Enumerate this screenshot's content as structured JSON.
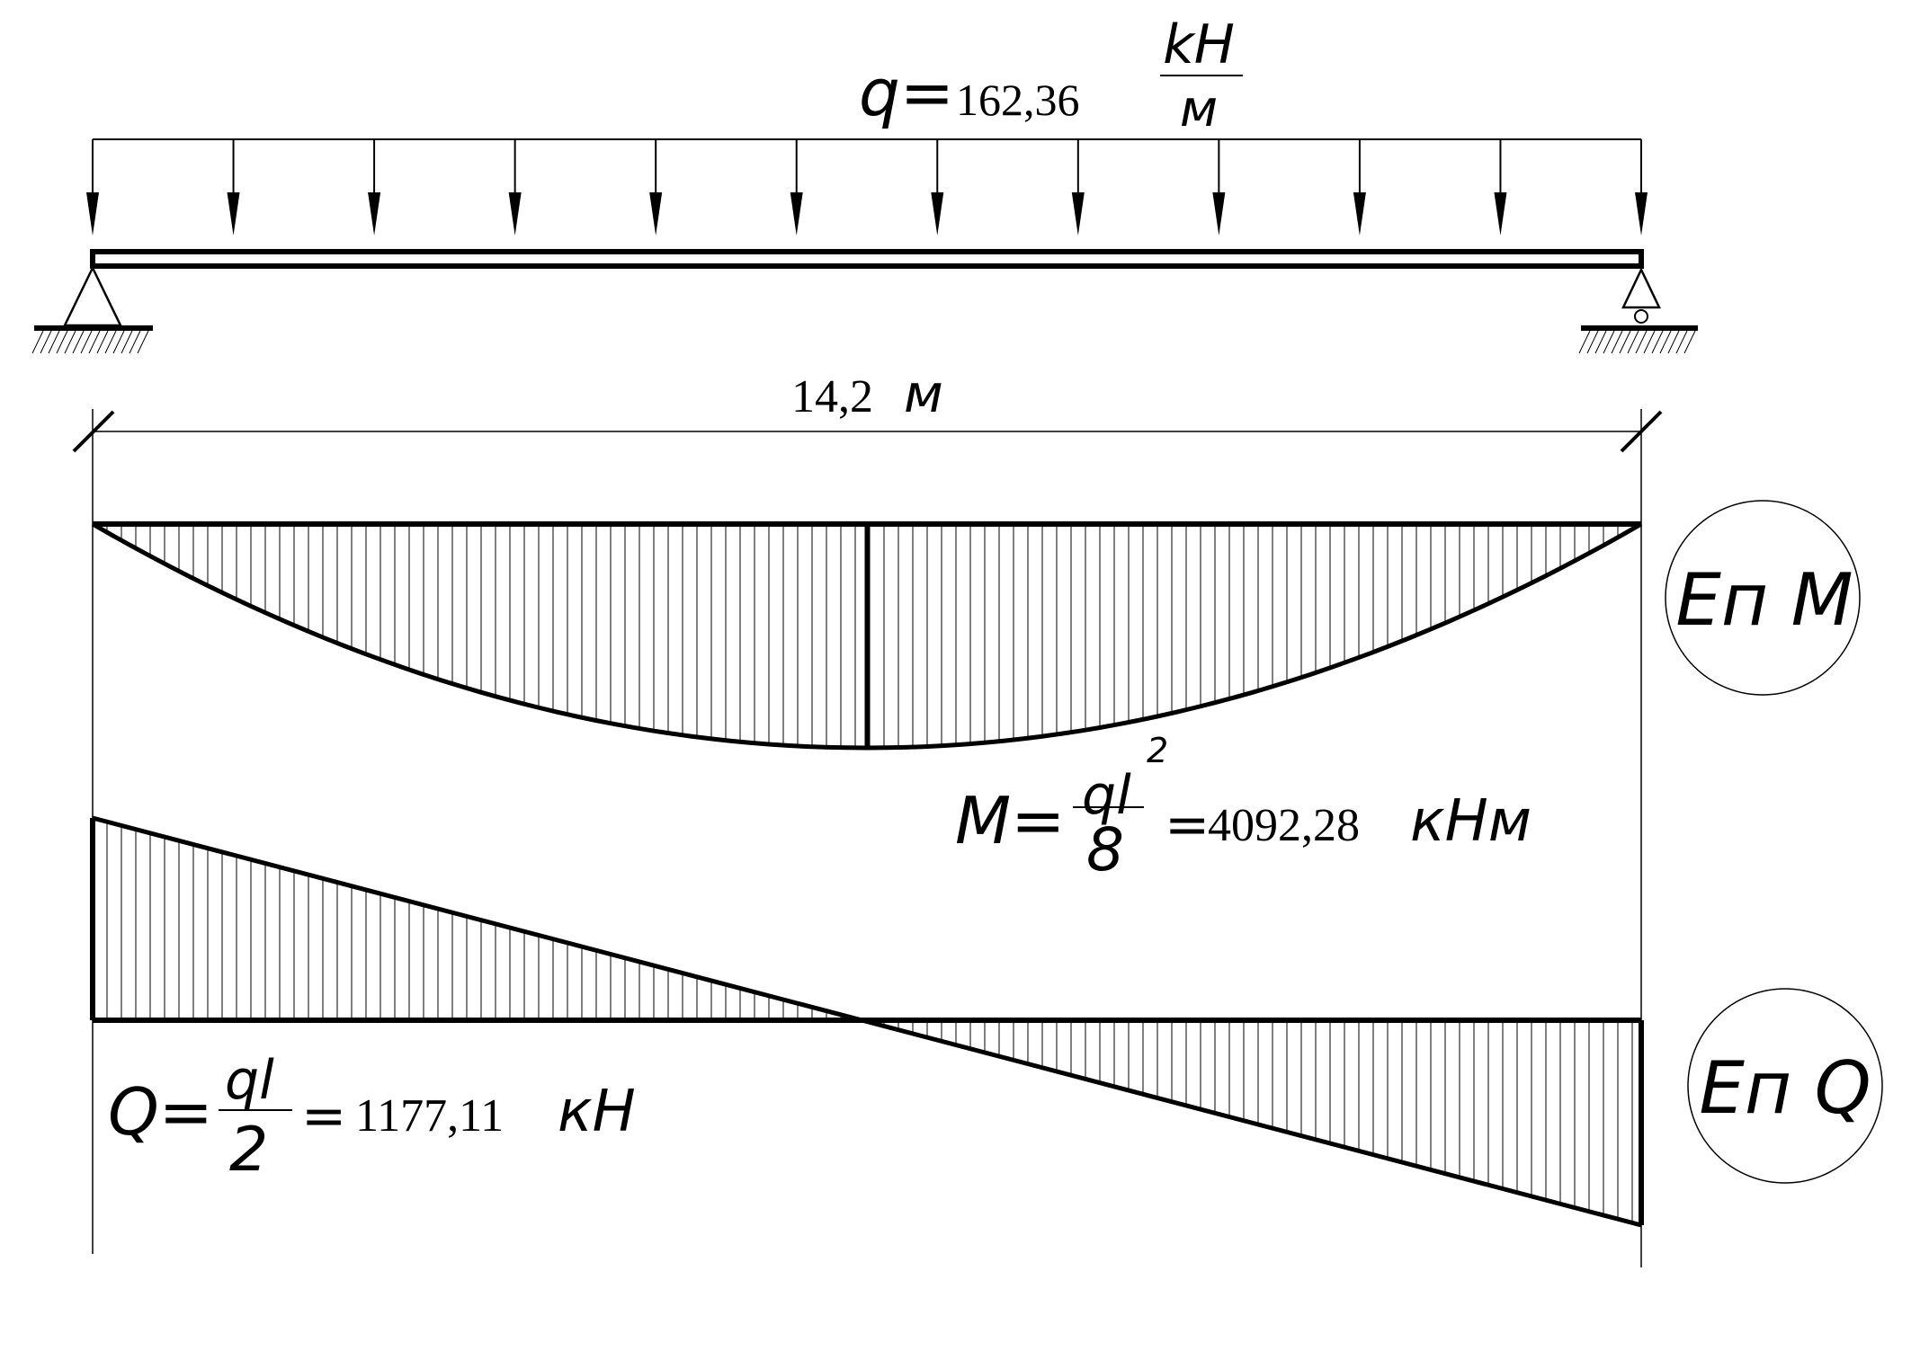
{
  "load": {
    "symbol": "q=",
    "value": "162,36",
    "unit_num": "kH",
    "unit_den": "м",
    "arrow_count": 12
  },
  "span": {
    "value": "14,2",
    "unit": "м"
  },
  "moment": {
    "circle_label": "Еп M",
    "formula_lhs": "M=",
    "formula_num": "ql",
    "formula_exp": "2",
    "formula_den": "8",
    "formula_eq": "=",
    "value": "4092,28",
    "unit": "кНм"
  },
  "shear": {
    "circle_label": "Еп Q",
    "formula_lhs": "Q=",
    "formula_num": "ql",
    "formula_den": "2",
    "formula_eq": "=",
    "value": "1177,11",
    "unit": "кН"
  },
  "colors": {
    "ink": "#000000",
    "background": "#ffffff"
  }
}
